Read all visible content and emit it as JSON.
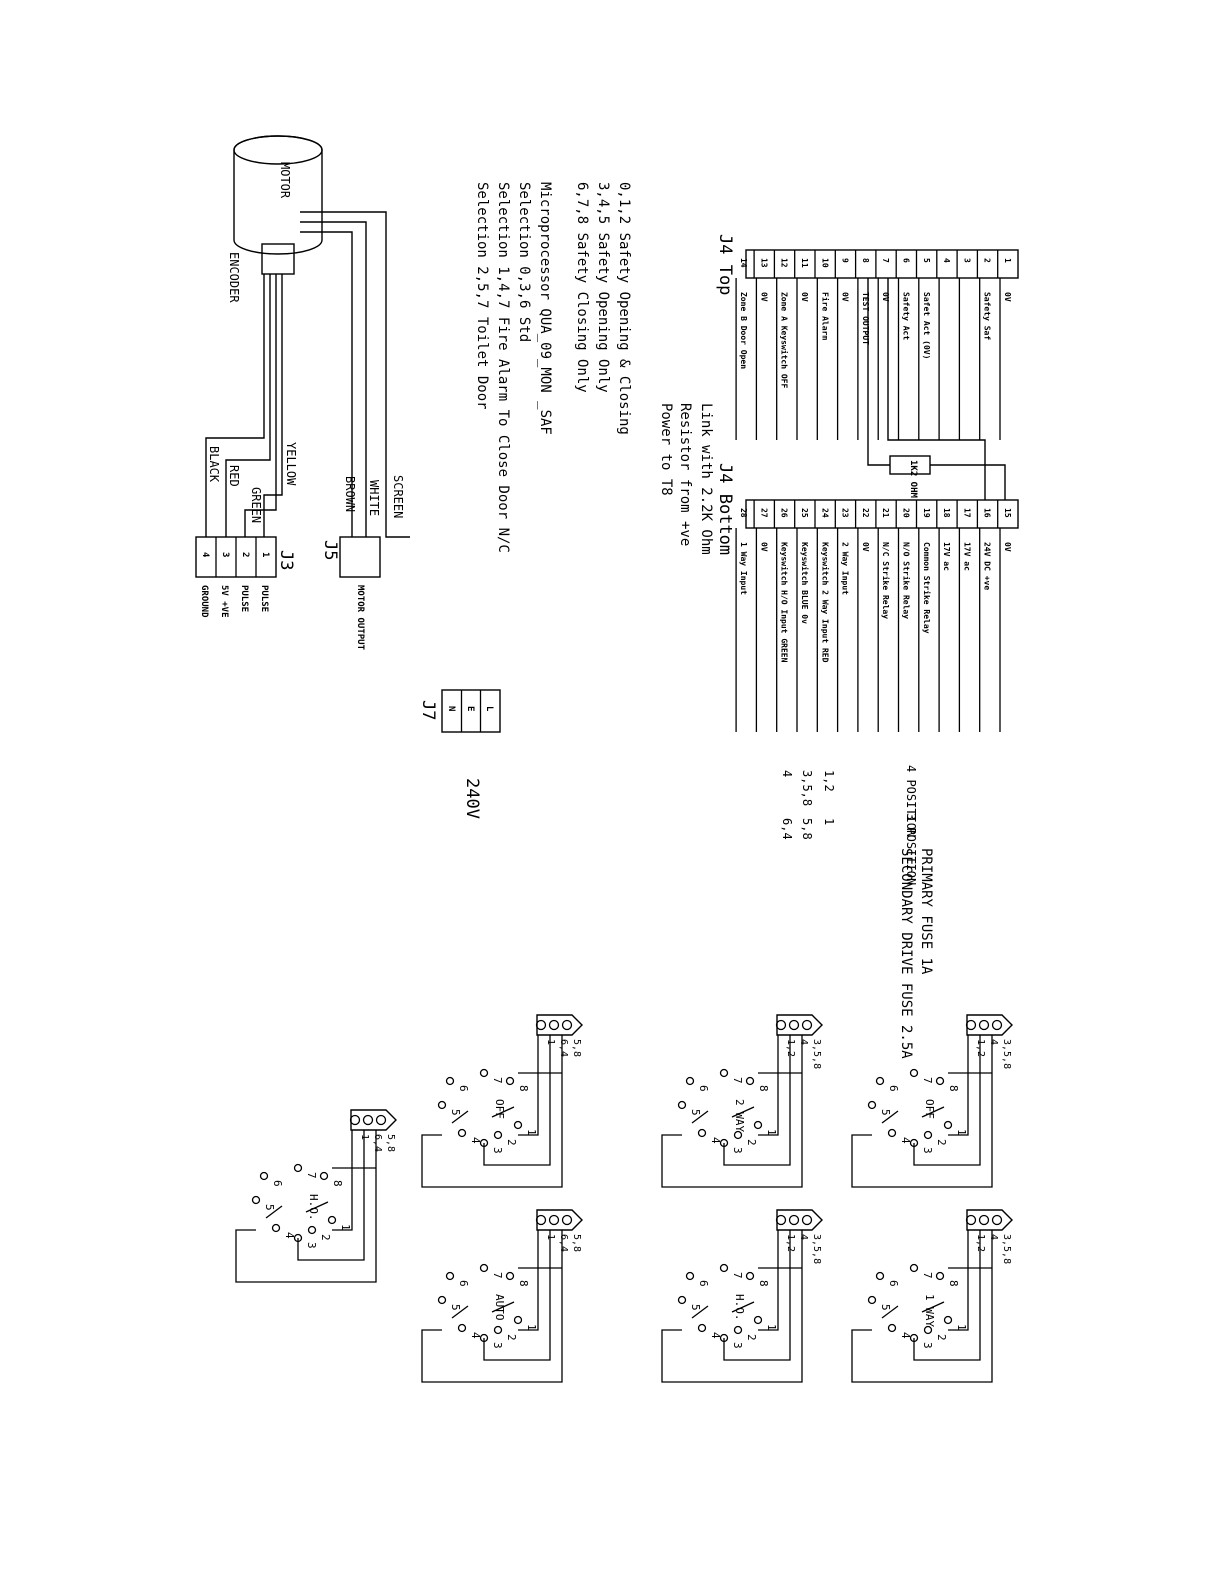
{
  "j4": {
    "top_title": "J4 Top",
    "bottom_title": "J4 Bottom",
    "resistor_label": "1K2 OHM",
    "top_pins": [
      {
        "num": "1",
        "label": "0V"
      },
      {
        "num": "2",
        "label": "Safety Saf"
      },
      {
        "num": "3",
        "label": ""
      },
      {
        "num": "4",
        "label": ""
      },
      {
        "num": "5",
        "label": "Safet Act (0V)"
      },
      {
        "num": "6",
        "label": "Safety Act"
      },
      {
        "num": "7",
        "label": "0V"
      },
      {
        "num": "8",
        "label": "TEST OUTPUT"
      },
      {
        "num": "9",
        "label": "0V"
      },
      {
        "num": "10",
        "label": "Fire Alarm"
      },
      {
        "num": "11",
        "label": "0V"
      },
      {
        "num": "12",
        "label": "Zone A Keyswitch OFF"
      },
      {
        "num": "13",
        "label": "0V"
      },
      {
        "num": "14",
        "label": "Zone B Door Open"
      }
    ],
    "bottom_pins": [
      {
        "num": "15",
        "label": "0V"
      },
      {
        "num": "16",
        "label": "24V DC +ve"
      },
      {
        "num": "17",
        "label": "17V ac"
      },
      {
        "num": "18",
        "label": "17V ac"
      },
      {
        "num": "19",
        "label": "Common Strike Relay"
      },
      {
        "num": "20",
        "label": "N/O Strike Relay"
      },
      {
        "num": "21",
        "label": "N/C Strike Relay"
      },
      {
        "num": "22",
        "label": "0V"
      },
      {
        "num": "23",
        "label": "2 Way Input"
      },
      {
        "num": "24",
        "label": "Keyswitch 2 Way Input  RED"
      },
      {
        "num": "25",
        "label": "Keyswitch BLUE 0v"
      },
      {
        "num": "26",
        "label": "Keyswitch H/O Input GREEN"
      },
      {
        "num": "27",
        "label": "0V"
      },
      {
        "num": "28",
        "label": "1 Way Input"
      }
    ],
    "link_note": [
      "Link with 2.2K Ohm",
      "Resistor from +ve",
      "Power to T8"
    ]
  },
  "notes": {
    "safety_lines": [
      "0,1,2 Safety Opening & Closing",
      "3,4,5 Safety Opening Only",
      "6,7,8 Safety Closing Only"
    ],
    "micro_lines": [
      "Microprocessor QUA_09_MON _SAF",
      "Selection 0,3,6 Std",
      "Selection 1,4,7 Fire Alarm To Close Door N/C",
      "Selection 2,5,7 Toilet Door"
    ]
  },
  "motor": {
    "label": "MOTOR",
    "encoder_label": "ENCODER",
    "wires": [
      "SCREEN",
      "WHITE",
      "BROWN"
    ],
    "encoder_wires": [
      "YELLOW",
      "GREEN",
      "RED",
      "BLACK"
    ]
  },
  "j5": {
    "title": "J5",
    "label": "MOTOR OUTPUT"
  },
  "j3": {
    "title": "J3",
    "pins": [
      {
        "num": "1",
        "label": "PULSE"
      },
      {
        "num": "2",
        "label": "PULSE"
      },
      {
        "num": "3",
        "label": "5V +VE"
      },
      {
        "num": "4",
        "label": "GROUND"
      }
    ]
  },
  "j7": {
    "title": "J7",
    "pins": [
      "L",
      "E",
      "N"
    ],
    "voltage": "240V"
  },
  "positions_table": {
    "four_title": "4 POSITION",
    "three_title": "3 POSITION",
    "four_values": [
      "1,2",
      "3,5,8",
      "4"
    ],
    "three_values": [
      "1",
      "5,8",
      "6,4"
    ]
  },
  "fuses": [
    "PRIMARY FUSE 1A",
    "SECONDARY DRIVE FUSE 2.5A"
  ],
  "switches": [
    {
      "mode": "OFF",
      "terminals": [
        "3,5,8",
        "4",
        "1,2"
      ]
    },
    {
      "mode": "1 WAY",
      "terminals": [
        "3,5,8",
        "4",
        "1,2"
      ]
    },
    {
      "mode": "2 WAY",
      "terminals": [
        "3,5,8",
        "4",
        "1,2"
      ]
    },
    {
      "mode": "H.O.",
      "terminals": [
        "3,5,8",
        "4",
        "1,2"
      ]
    },
    {
      "mode": "OFF",
      "terminals": [
        "5,8",
        "6,4",
        "1"
      ]
    },
    {
      "mode": "AUTO",
      "terminals": [
        "5,8",
        "6,4",
        "1"
      ]
    },
    {
      "mode": "H.O.",
      "terminals": [
        "5,8",
        "6,4",
        "1"
      ]
    }
  ],
  "switch_positions": [
    "1",
    "2",
    "3",
    "4",
    "5",
    "6",
    "7",
    "8"
  ]
}
